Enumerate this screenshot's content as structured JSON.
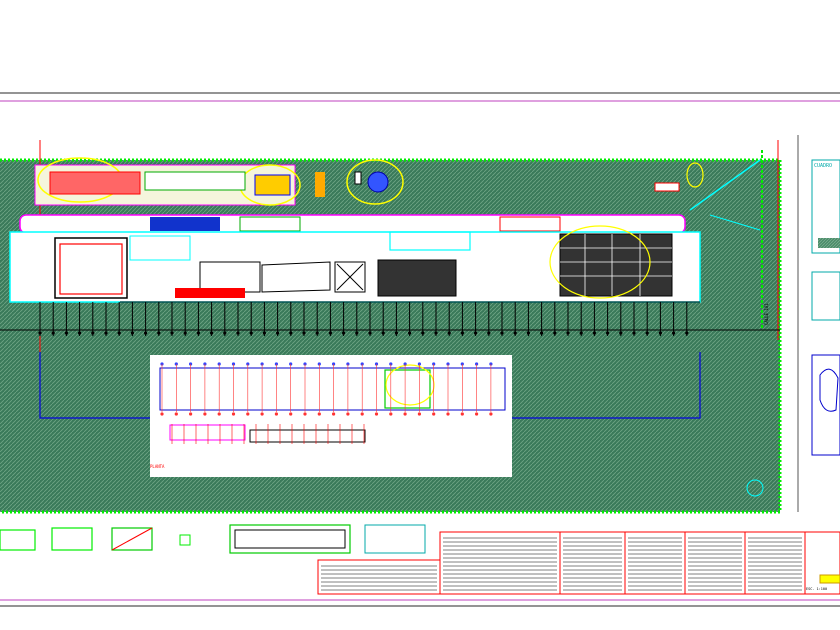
{
  "labels": {
    "street_right": "CALLE 101",
    "block_title": "CUADRO",
    "detail_caption": "PLANTA",
    "stamp": "ESC. 1:100"
  },
  "colors": {
    "hatch": "#2e8b57",
    "building": "#00ffff",
    "outline": "#ff00ff",
    "green": "#00cc00",
    "grid": "#0000cc",
    "red": "#ff0000",
    "yellow": "#ffff00",
    "paper": "#ffffff",
    "frame": "#555555"
  }
}
